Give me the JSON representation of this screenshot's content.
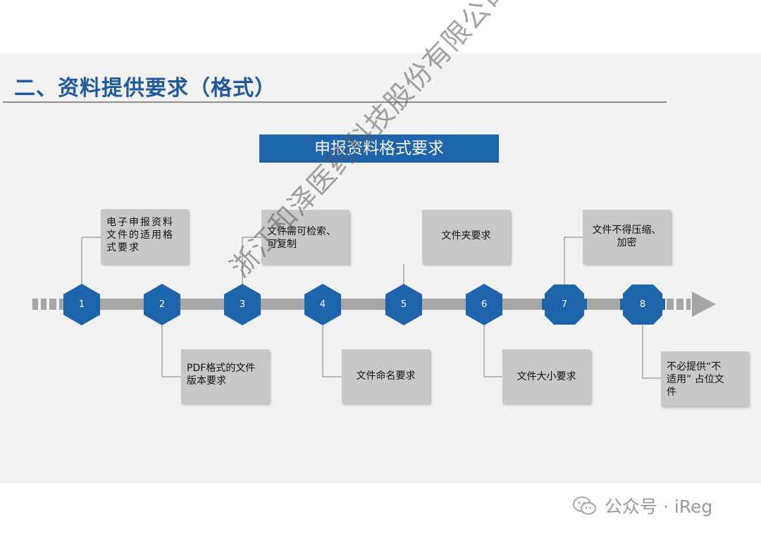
{
  "title": "二、资料提供要求（格式）",
  "banner": "申报资料格式要求",
  "steps": [
    {
      "number": "1",
      "text": "电子申报资料文件的适用格式要求"
    },
    {
      "number": "2",
      "text": "PDF格式的文件版本要求"
    },
    {
      "number": "3",
      "text": "文件需可检索、可复制"
    },
    {
      "number": "4",
      "text": "文件命名要求"
    },
    {
      "number": "5",
      "text": "文件夹要求"
    },
    {
      "number": "6",
      "text": "文件大小要求"
    },
    {
      "number": "7",
      "text": "文件不得压缩、加密"
    },
    {
      "number": "8",
      "text": "不必提供“不适用” 占位文件"
    }
  ],
  "step_text_lines": {
    "s1": [
      "电子申报资料",
      "文件的适用格",
      "式要求"
    ],
    "s2": [
      "PDF格式的文件",
      "版本要求"
    ],
    "s3": [
      "文件需可检索、",
      "可复制"
    ],
    "s7": [
      "文件不得压缩、",
      "加密"
    ],
    "s8": [
      "不必提供“不",
      "适用” 占位文",
      "件"
    ]
  },
  "watermark": "浙江和泽医药科技股份有限公司",
  "footer": {
    "brand": "公众号 · iReg",
    "icon": "wechat-icon"
  },
  "colors": {
    "accent": "#1d64ad",
    "title": "#1f5aa0",
    "box": "#c8c8c8",
    "line": "#a6a6a6"
  }
}
